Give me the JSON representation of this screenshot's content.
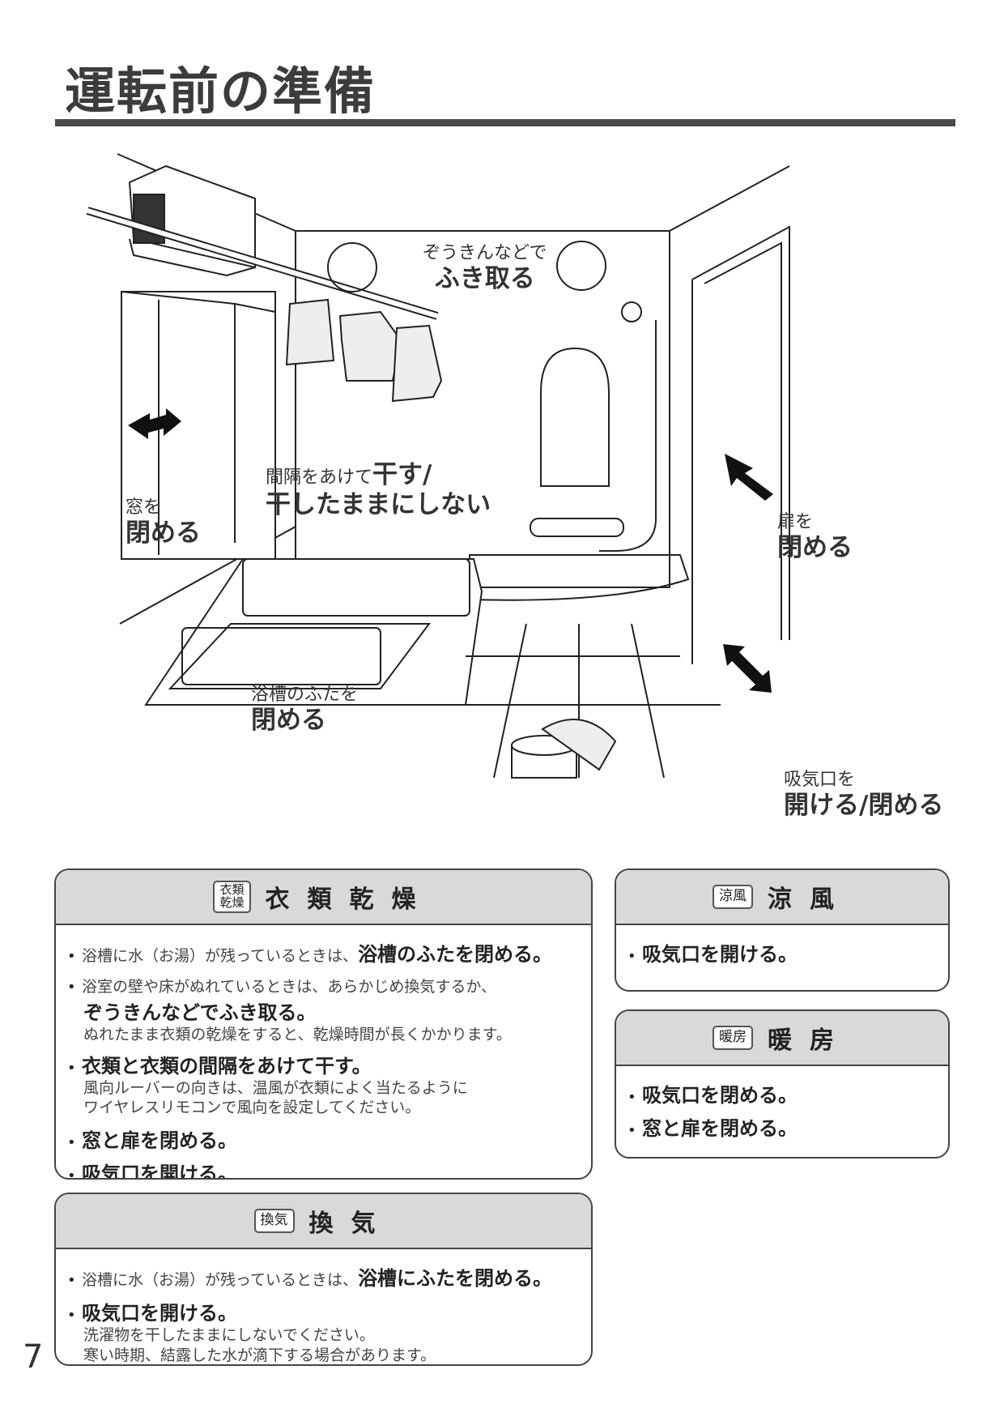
{
  "title": "運転前の準備",
  "page_number": "7",
  "illustration": {
    "wipe": {
      "small": "ぞうきんなどで",
      "big": "ふき取る"
    },
    "spacing": {
      "small": "間隔をあけて",
      "big1": "干す/",
      "big2": "干したままにしない"
    },
    "window": {
      "small": "窓を",
      "big": "閉める"
    },
    "door": {
      "small": "扉を",
      "big": "閉める"
    },
    "lid": {
      "small": "浴槽のふたを",
      "big": "閉める"
    },
    "intake": {
      "small": "吸気口を",
      "big": "開ける/閉める"
    }
  },
  "boxes": {
    "drying": {
      "tag": [
        "衣類",
        "乾燥"
      ],
      "heading": "衣類乾燥",
      "items": [
        {
          "text": "浴槽に水（お湯）が残っているときは、",
          "bold": "浴槽のふたを閉める。"
        },
        {
          "text": "浴室の壁や床がぬれているときは、あらかじめ換気するか、",
          "bold": "ぞうきんなどでふき取る。",
          "note": "ぬれたまま衣類の乾燥をすると、乾燥時間が長くかかります。"
        },
        {
          "bold": "衣類と衣類の間隔をあけて干す。",
          "note1": "風向ルーバーの向きは、温風が衣類によく当たるように",
          "note2": "ワイヤレスリモコンで風向を設定してください。"
        },
        {
          "bold": "窓と扉を閉める。"
        },
        {
          "bold": "吸気口を開ける。"
        }
      ]
    },
    "cool": {
      "tag": "涼風",
      "heading": "涼風",
      "items": [
        {
          "bold": "吸気口を開ける。"
        }
      ]
    },
    "heat": {
      "tag": "暖房",
      "heading": "暖房",
      "items": [
        {
          "bold": "吸気口を閉める。"
        },
        {
          "bold": "窓と扉を閉める。"
        }
      ]
    },
    "vent": {
      "tag": "換気",
      "heading": "換気",
      "items": [
        {
          "text": "浴槽に水（お湯）が残っているときは、",
          "bold": "浴槽にふたを閉める。"
        },
        {
          "bold": "吸気口を開ける。",
          "note1": "洗濯物を干したままにしないでください。",
          "note2": "寒い時期、結露した水が滴下する場合があります。"
        }
      ]
    }
  }
}
